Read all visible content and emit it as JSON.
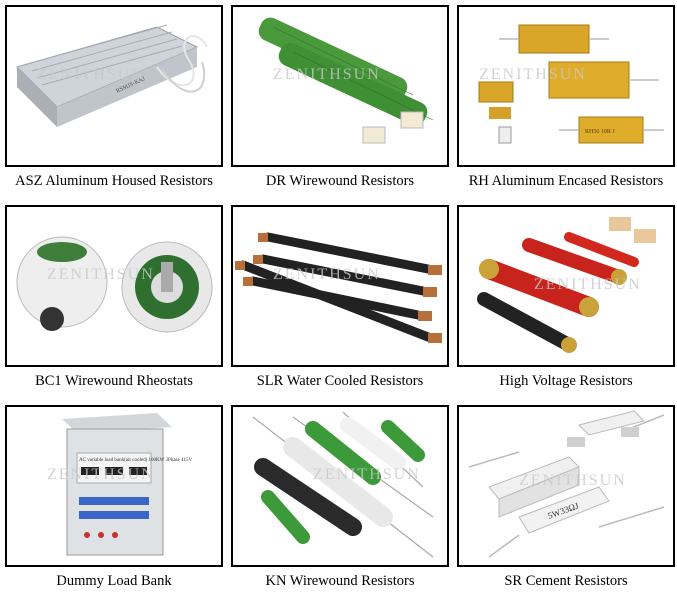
{
  "watermark": "ZENITHSUN",
  "products": [
    {
      "caption": "ASZ Aluminum Housed Resistors",
      "icon": "aluminum-housed-resistor"
    },
    {
      "caption": "DR Wirewound Resistors",
      "icon": "green-wirewound-tube"
    },
    {
      "caption": "RH Aluminum Encased Resistors",
      "icon": "gold-encased-resistor"
    },
    {
      "caption": "BC1 Wirewound Rheostats",
      "icon": "rheostat"
    },
    {
      "caption": "SLR Water Cooled Resistors",
      "icon": "water-cooled-rods"
    },
    {
      "caption": "High Voltage Resistors",
      "icon": "high-voltage-resistor"
    },
    {
      "caption": "Dummy Load Bank",
      "icon": "load-bank-cabinet"
    },
    {
      "caption": "KN Wirewound Resistors",
      "icon": "kn-resistor"
    },
    {
      "caption": "SR Cement Resistors",
      "icon": "cement-resistor"
    }
  ],
  "labels": {
    "asz_print": "RSMJS-KAJ",
    "load_bank_panel": "AC variable load bank(air cooled) 100KW 3Phase 415V",
    "cement_print": "5W33ΩJ",
    "rh_print": "RH50 10R J"
  }
}
